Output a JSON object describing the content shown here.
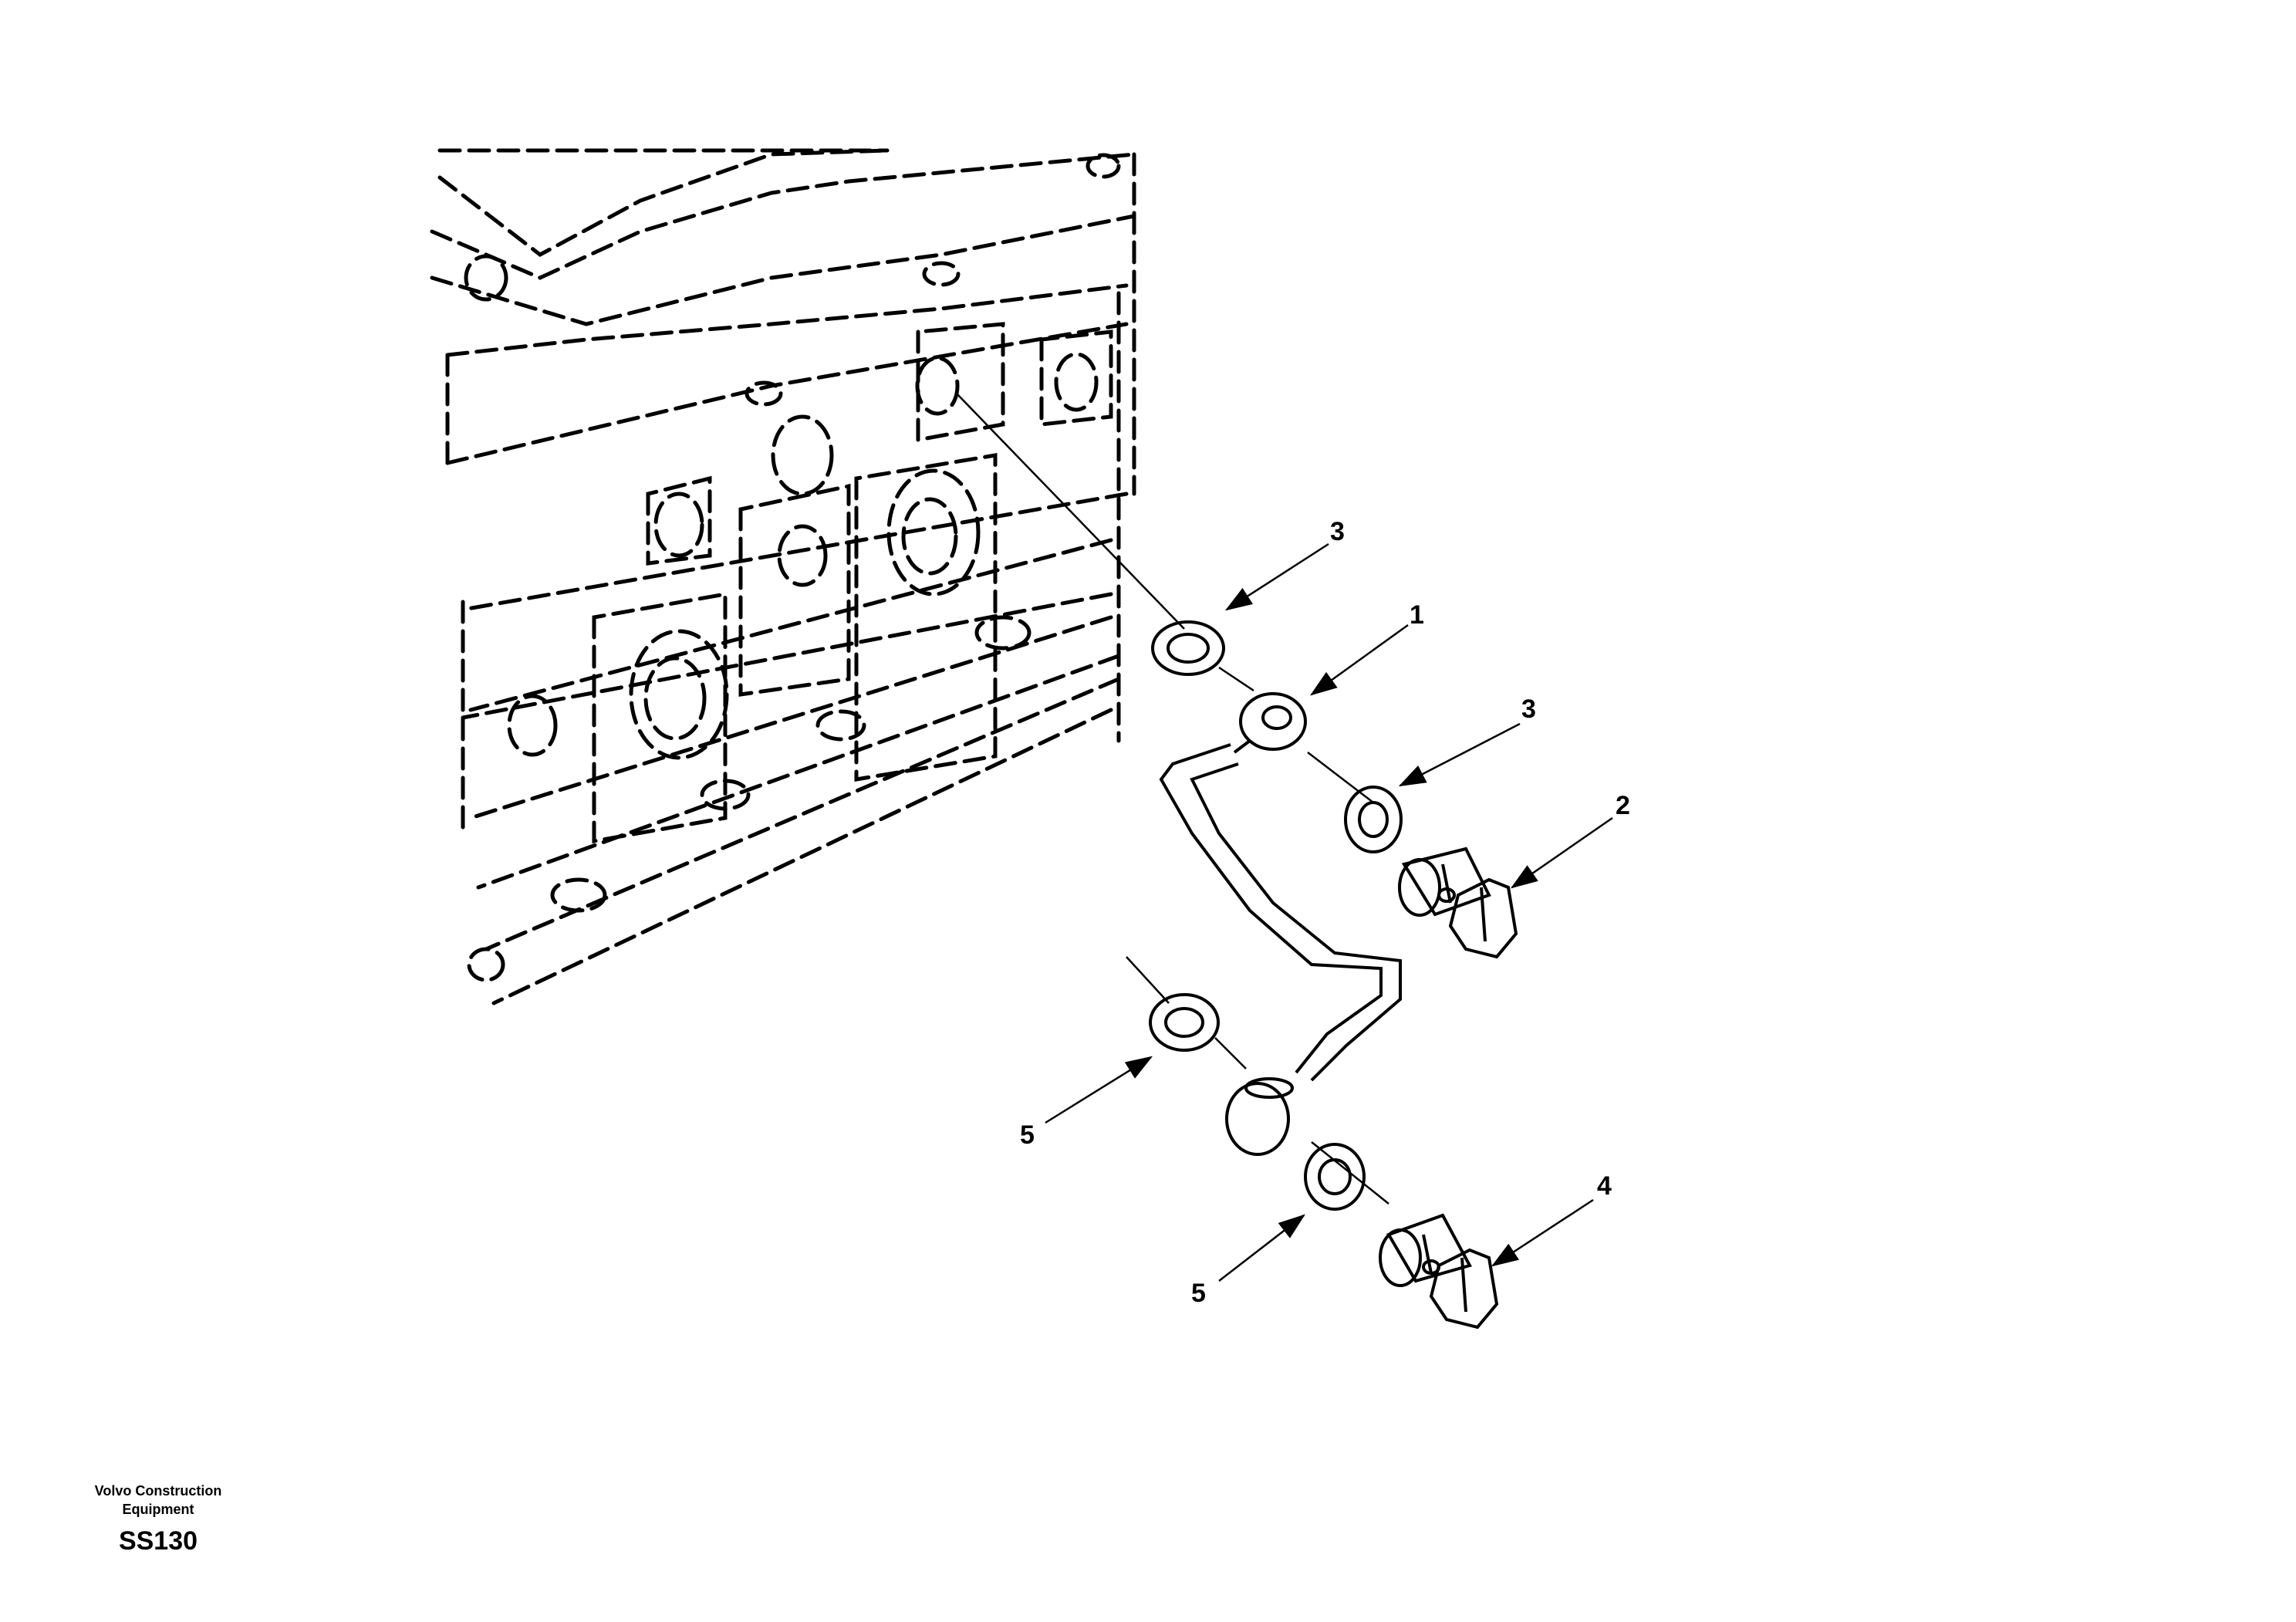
{
  "callouts": [
    "3",
    "1",
    "3",
    "2",
    "5",
    "5",
    "4"
  ],
  "footer": {
    "company_line1": "Volvo Construction",
    "company_line2": "Equipment",
    "figure_code": "SS130"
  }
}
